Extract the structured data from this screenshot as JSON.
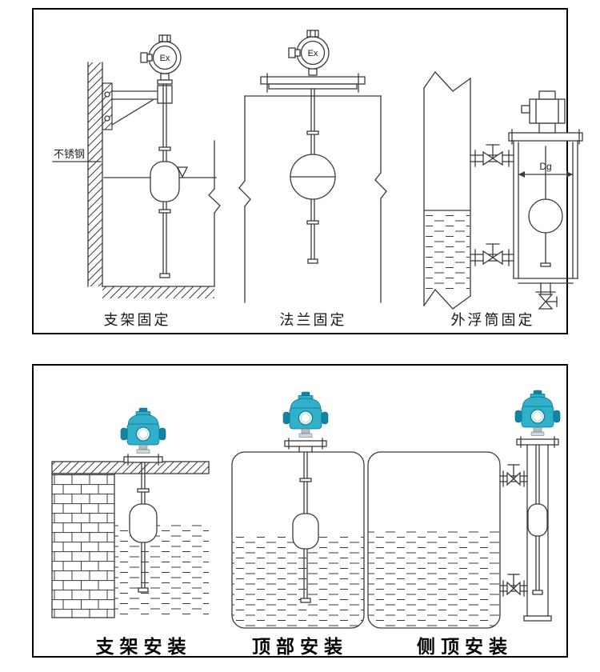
{
  "figure": {
    "top_panel": {
      "captions": [
        "支架固定",
        "法兰固定",
        "外浮筒固定"
      ],
      "annotations": {
        "stainless_steel": "不锈钢",
        "diameter": "Dg",
        "explosion_proof": "Ex"
      }
    },
    "bottom_panel": {
      "captions": [
        "支架安装",
        "顶部安装",
        "侧顶安装"
      ]
    }
  },
  "colors": {
    "line": "#3a3a3a",
    "panel_border": "#000000",
    "teal": "#31b0c9",
    "teal_dark": "#1283a0",
    "teal_deep": "#0b6e87",
    "display_ring": "#dff3f7",
    "neck_gray": "#aebec2"
  }
}
